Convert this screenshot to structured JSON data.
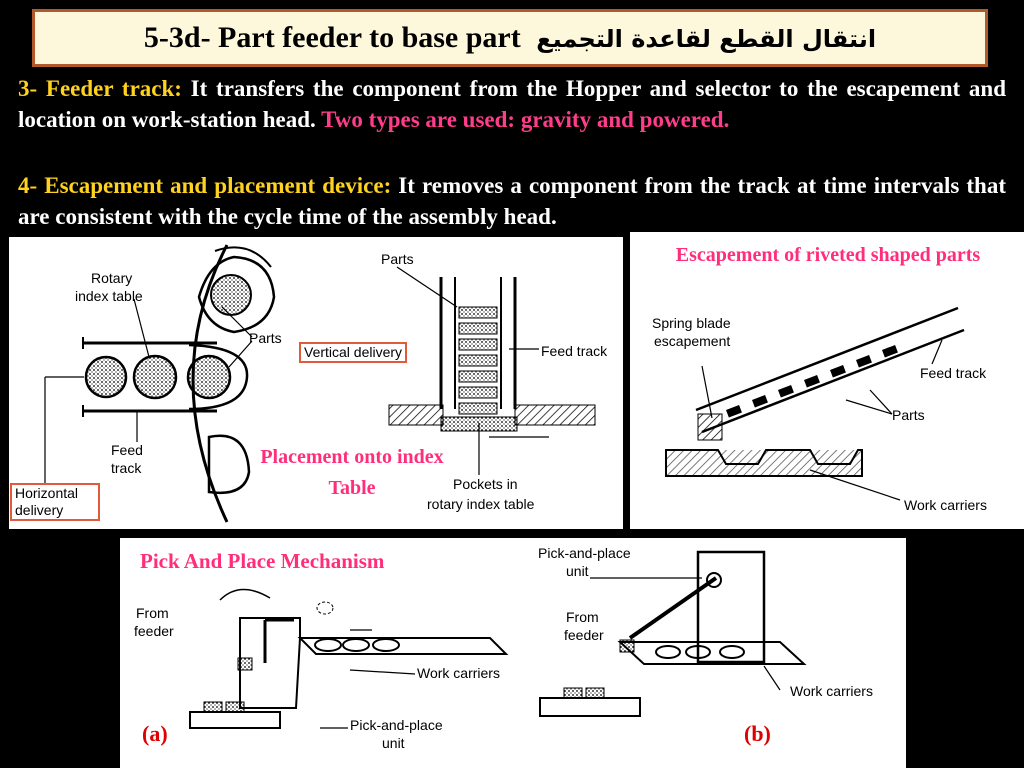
{
  "title": {
    "main": "5-3d- Part feeder to base part",
    "arabic": "انتقال القطع لقاعدة التجميع"
  },
  "para1": {
    "heading": "3- Feeder track:",
    "text": " It transfers the component from the Hopper and  selector to the escapement and location on work-station head. ",
    "highlight": "Two types are used: gravity and powered."
  },
  "para2": {
    "heading": "4- Escapement and placement device:",
    "text": " It removes a component from the track at time intervals that are consistent with the cycle time of the assembly head."
  },
  "figure1": {
    "rotary_index_table": "Rotary index table",
    "parts_left": "Parts",
    "feed_track": "Feed track",
    "horizontal_delivery": "Horizontal delivery",
    "parts_top": "Parts",
    "vertical_delivery": "Vertical delivery",
    "feed_track_right": "Feed track",
    "pockets": "Pockets in rotary index table",
    "caption": "Placement onto index Table"
  },
  "figure2": {
    "caption": "Escapement of riveted shaped parts",
    "spring_blade": "Spring blade escapement",
    "feed_track": "Feed track",
    "parts": "Parts",
    "work_carriers": "Work carriers"
  },
  "figure3": {
    "caption": "Pick And Place Mechanism",
    "from_feeder_a": "From feeder",
    "work_carriers_a": "Work carriers",
    "pick_place_a": "Pick-and-place unit",
    "label_a": "(a)",
    "pick_place_b": "Pick-and-place unit",
    "from_feeder_b": "From feeder",
    "work_carriers_b": "Work carriers",
    "label_b": "(b)"
  },
  "colors": {
    "background": "#000000",
    "title_bg": "#fdf8dc",
    "title_border": "#b05a2c",
    "heading_yellow": "#ffd21f",
    "highlight_pink": "#ff3d8a",
    "caption_red": "#e00000"
  }
}
